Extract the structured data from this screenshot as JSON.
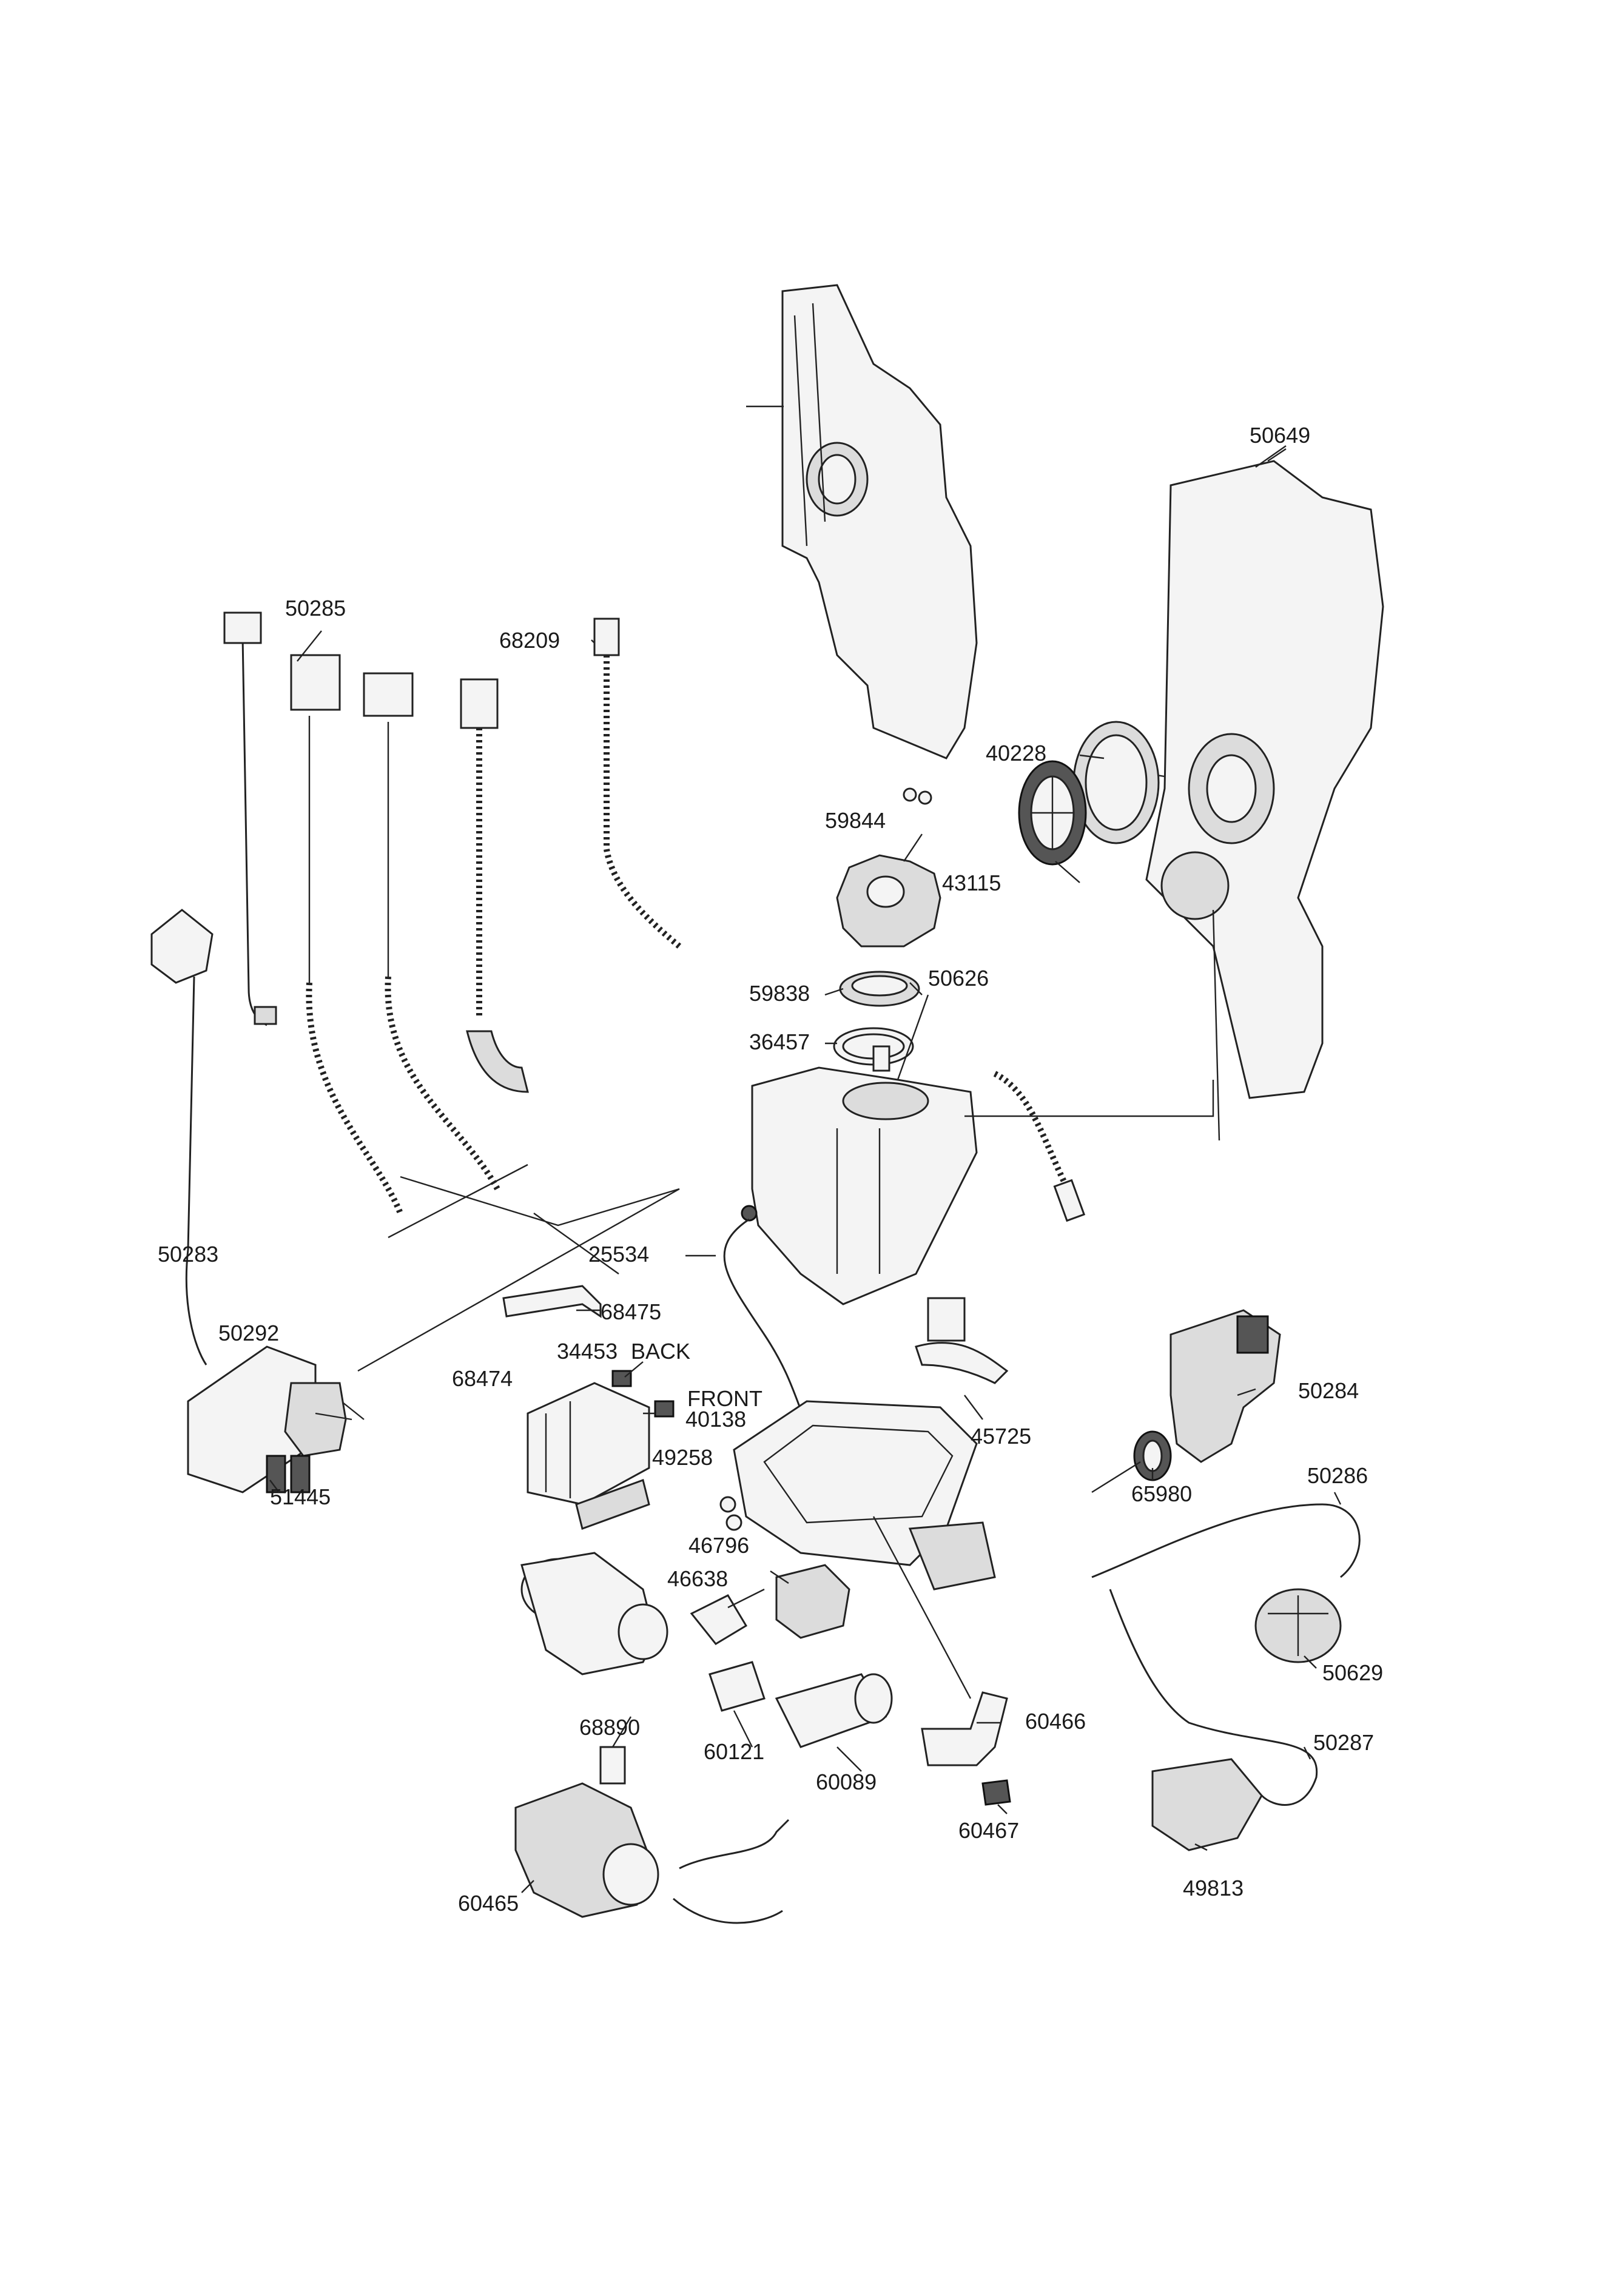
{
  "labels": {
    "l50649": "50649",
    "l50285": "50285",
    "l68209": "68209",
    "l40228": "40228",
    "l59844": "59844",
    "l43115": "43115",
    "l59838": "59838",
    "l50626": "50626",
    "l36457": "36457",
    "l50283": "50283",
    "l25534": "25534",
    "l68475": "68475",
    "l50292": "50292",
    "l34453": "34453",
    "l_back": "BACK",
    "l68474": "68474",
    "l_front": "FRONT",
    "l40138": "40138",
    "l50284": "50284",
    "l51445": "51445",
    "l49258": "49258",
    "l45725": "45725",
    "l65980": "65980",
    "l50286": "50286",
    "l46796": "46796",
    "l46638": "46638",
    "l50629": "50629",
    "l60466": "60466",
    "l60121": "60121",
    "l68890": "68890",
    "l50287": "50287",
    "l60089": "60089",
    "l60467": "60467",
    "l60465": "60465",
    "l49813": "49813"
  }
}
